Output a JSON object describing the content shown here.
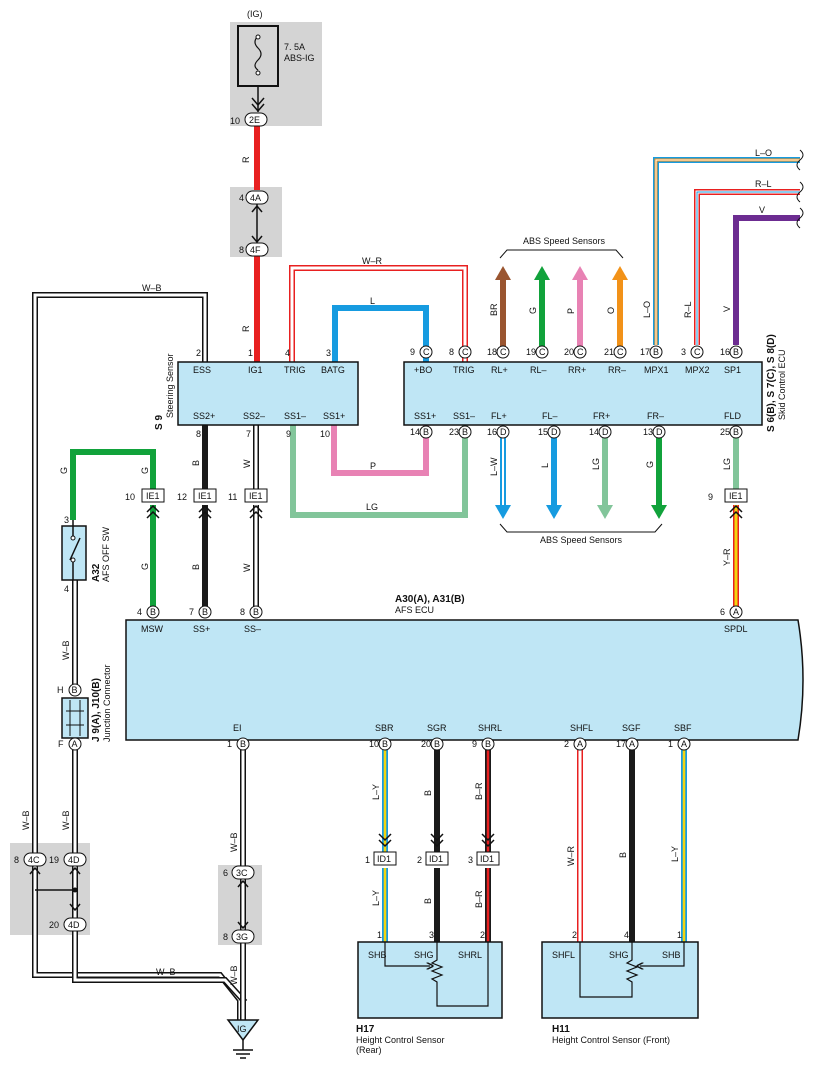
{
  "colors": {
    "box_fill": "#bfe6f5",
    "grey_zone": "#d4d4d4",
    "wire_R": "#e82020",
    "wire_B": "#1a1a1a",
    "wire_G": "#11a23b",
    "wire_L": "#169be0",
    "wire_P": "#e882b4",
    "wire_LG": "#82c59a",
    "wire_BR": "#9a5530",
    "wire_O": "#f29218",
    "wire_V": "#6c2c91",
    "wire_Y": "#f2d410",
    "wire_W": "#ffffff"
  },
  "fuse": {
    "top_label": "(IG)",
    "rating": "7. 5A",
    "name": "ABS-IG",
    "pin_num": "10",
    "pin_code": "2E"
  },
  "junction_4A": {
    "pin_num": "4",
    "pin_code": "4A"
  },
  "junction_4F": {
    "pin_num": "8",
    "pin_code": "4F"
  },
  "wire_labels": {
    "r_top": "R",
    "r_mid": "R",
    "wb_top": "W–B",
    "wr_top": "W–R",
    "l_loop": "L",
    "p_loop": "P",
    "lg_loop": "LG",
    "g_left": "G",
    "g_ie1": "G",
    "g_low": "G",
    "b_ss2": "B",
    "b_low": "B",
    "w_ss2": "W",
    "w_low": "W",
    "lo_top": "L–O",
    "rl_top": "R–L",
    "v_top": "V",
    "br": "BR",
    "g_rl": "G",
    "p_rr": "P",
    "o_rr": "O",
    "lo": "L–O",
    "rl": "R–L",
    "v": "V",
    "lw": "L–W",
    "l_fl": "L",
    "lg_fr": "LG",
    "g_fr": "G",
    "lg_fld": "LG",
    "yr": "Y–R",
    "wb_a32": "W–B",
    "wb_j": "W–B",
    "wb_left": "W–B",
    "wb_ei": "W–B",
    "wb_ei2": "W–B",
    "wb_bottom": "W–B",
    "ly_sbr": "L–Y",
    "b_sgr": "B",
    "br_shrl": "B–R",
    "wr_shfl": "W–R",
    "b_sgf": "B",
    "ly_sbf": "L–Y",
    "ly_sbr2": "L–Y",
    "b_sgr2": "B",
    "br_shrl2": "B–R"
  },
  "steering_sensor": {
    "code": "S 9",
    "name": "Steering Sensor",
    "top_pins": [
      {
        "num": "2",
        "label": "ESS"
      },
      {
        "num": "1",
        "label": "IG1"
      },
      {
        "num": "4",
        "label": "TRIG"
      },
      {
        "num": "3",
        "label": "BATG"
      }
    ],
    "bottom_pins": [
      {
        "num": "8",
        "label": "SS2+"
      },
      {
        "num": "7",
        "label": "SS2–"
      },
      {
        "num": "9",
        "label": "SS1–"
      },
      {
        "num": "10",
        "label": "SS1+"
      }
    ]
  },
  "skid_ecu": {
    "code": "S 6(B), S 7(C), S 8(D)",
    "name": "Skid Control ECU",
    "top_pins": [
      {
        "num": "9",
        "code": "C",
        "label": "+BO"
      },
      {
        "num": "8",
        "code": "C",
        "label": "TRIG"
      },
      {
        "num": "18",
        "code": "C",
        "label": "RL+"
      },
      {
        "num": "19",
        "code": "C",
        "label": "RL–"
      },
      {
        "num": "20",
        "code": "C",
        "label": "RR+"
      },
      {
        "num": "21",
        "code": "C",
        "label": "RR–"
      },
      {
        "num": "17",
        "code": "B",
        "label": "MPX1"
      },
      {
        "num": "3",
        "code": "C",
        "label": "MPX2"
      },
      {
        "num": "16",
        "code": "B",
        "label": "SP1"
      }
    ],
    "bottom_pins": [
      {
        "num": "14",
        "code": "B",
        "label": "SS1+"
      },
      {
        "num": "23",
        "code": "B",
        "label": "SS1–"
      },
      {
        "num": "16",
        "code": "D",
        "label": "FL+"
      },
      {
        "num": "15",
        "code": "D",
        "label": "FL–"
      },
      {
        "num": "14",
        "code": "D",
        "label": "FR+"
      },
      {
        "num": "13",
        "code": "D",
        "label": "FR–"
      },
      {
        "num": "25",
        "code": "B",
        "label": "FLD"
      }
    ]
  },
  "abs_top_label": "ABS Speed Sensors",
  "abs_bottom_label": "ABS Speed Sensors",
  "ie1_connectors": [
    {
      "num": "10",
      "code": "IE1"
    },
    {
      "num": "12",
      "code": "IE1"
    },
    {
      "num": "11",
      "code": "IE1"
    },
    {
      "num": "9",
      "code": "IE1"
    }
  ],
  "afs_switch": {
    "code": "A32",
    "name": "AFS OFF SW",
    "pin_top": "3",
    "pin_bottom": "4"
  },
  "afs_ecu": {
    "code": "A30(A), A31(B)",
    "name": "AFS ECU",
    "top_pins": [
      {
        "num": "4",
        "code": "B",
        "label": "MSW"
      },
      {
        "num": "7",
        "code": "B",
        "label": "SS+"
      },
      {
        "num": "8",
        "code": "B",
        "label": "SS–"
      },
      {
        "num": "6",
        "code": "A",
        "label": "SPDL"
      }
    ],
    "bottom_pins": [
      {
        "num": "1",
        "code": "B",
        "label": "EI"
      },
      {
        "num": "10",
        "code": "B",
        "label": "SBR"
      },
      {
        "num": "20",
        "code": "B",
        "label": "SGR"
      },
      {
        "num": "9",
        "code": "B",
        "label": "SHRL"
      },
      {
        "num": "2",
        "code": "A",
        "label": "SHFL"
      },
      {
        "num": "17",
        "code": "A",
        "label": "SGF"
      },
      {
        "num": "1",
        "code": "A",
        "label": "SBF"
      }
    ]
  },
  "junction_connector": {
    "code": "J 9(A), J10(B)",
    "name": "Junction Connector",
    "pin_top_letter": "H",
    "pin_top_code": "B",
    "pin_bottom_letter": "F",
    "pin_bottom_code": "A"
  },
  "junction_4C": {
    "pin_num": "8",
    "pin_code": "4C"
  },
  "junction_4D_top": {
    "pin_num": "19",
    "pin_code": "4D"
  },
  "junction_4D_bottom": {
    "pin_num": "20",
    "pin_code": "4D"
  },
  "junction_3C": {
    "pin_num": "6",
    "pin_code": "3C"
  },
  "junction_3G": {
    "pin_num": "8",
    "pin_code": "3G"
  },
  "id1_connectors": [
    {
      "num": "1",
      "code": "ID1"
    },
    {
      "num": "2",
      "code": "ID1"
    },
    {
      "num": "3",
      "code": "ID1"
    }
  ],
  "ground": {
    "label": "IG"
  },
  "rear_sensor": {
    "code": "H17",
    "name": "Height Control Sensor",
    "name2": "(Rear)",
    "pins": [
      {
        "num": "1",
        "label": "SHB"
      },
      {
        "num": "3",
        "label": "SHG"
      },
      {
        "num": "2",
        "label": "SHRL"
      }
    ]
  },
  "front_sensor": {
    "code": "H11",
    "name": "Height Control Sensor (Front)",
    "pins": [
      {
        "num": "2",
        "label": "SHFL"
      },
      {
        "num": "4",
        "label": "SHG"
      },
      {
        "num": "1",
        "label": "SHB"
      }
    ]
  }
}
